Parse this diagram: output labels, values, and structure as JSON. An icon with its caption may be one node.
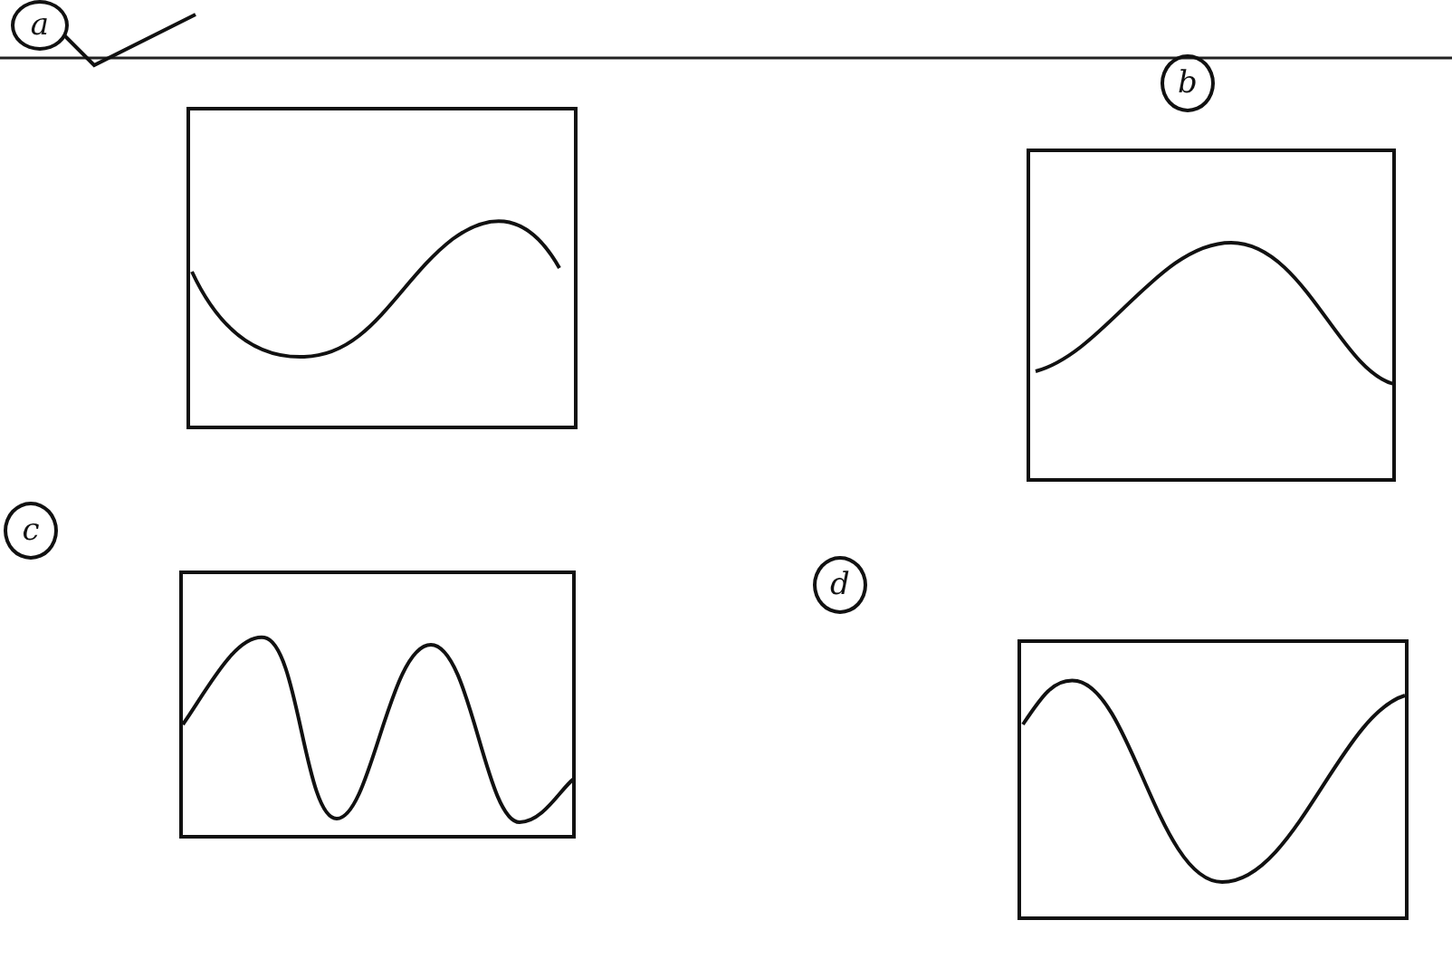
{
  "diagram": {
    "nodes": [
      {
        "text": [
          "a"
        ]
      },
      {
        "text": [
          "b"
        ]
      },
      {
        "text": [
          "c"
        ]
      },
      {
        "text": [
          "d"
        ]
      }
    ]
  }
}
